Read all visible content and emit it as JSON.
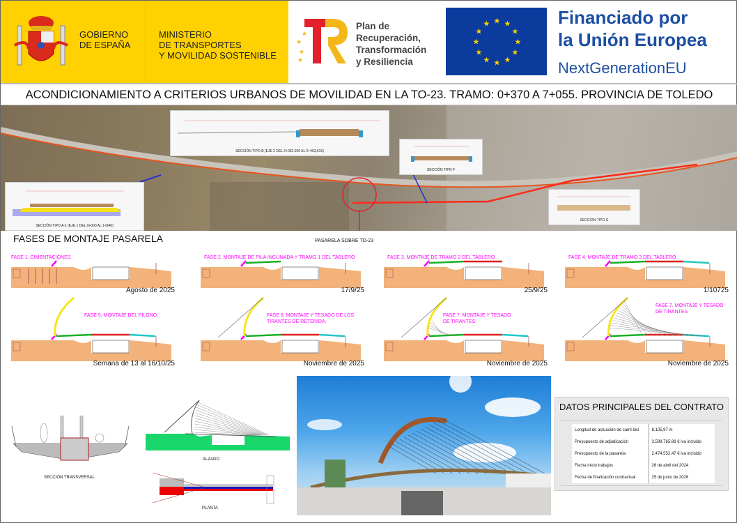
{
  "header": {
    "gobierno": [
      "GOBIERNO",
      "DE ESPAÑA"
    ],
    "ministerio": [
      "MINISTERIO",
      "DE TRANSPORTES",
      "Y MOVILIDAD SOSTENIBLE"
    ],
    "plan": [
      "Plan de",
      "Recuperación,",
      "Transformación",
      "y Resiliencia"
    ],
    "eu_line1": "Financiado por",
    "eu_line2": "la Unión Europea",
    "eu_line3": "NextGenerationEU",
    "colors": {
      "yellow": "#FFD100",
      "eu_blue": "#0b3b9c",
      "tr_red": "#e4202c",
      "tr_yellow": "#f3b71a"
    }
  },
  "title": "ACONDICIONAMIENTO A CRITERIOS URBANOS DE MOVILIDAD EN LA TO-23. TRAMO: 0+370 A 7+055. PROVINCIA DE TOLEDO",
  "map": {
    "sections": [
      {
        "label": "SECCIÓN TIPO A-1 (EJE 1 DEL 0+000 AL 1+840)"
      },
      {
        "label": "SECCIÓN TIPO B (EJE 2 DEL 2+062,926 AL 2+463,510)"
      },
      {
        "label": "SECCIÓN TIPO F"
      },
      {
        "label": "SECCIÓN TIPO G"
      }
    ],
    "pasarela_label": "PASARELA SOBRE TO-23"
  },
  "phases_title": "FASES DE MONTAJE PASARELA",
  "phases": [
    {
      "label": "FASE 1. CIMENTACIONES",
      "date": "Agosto de 2025",
      "stage": 1
    },
    {
      "label": "FASE 2. MONTAJE DE PILA INCLINADA Y TRAMO 1 DEL TABLERO",
      "date": "17/9/25",
      "stage": 2
    },
    {
      "label": "FASE 3. MONTAJE DE TRAMO 2 DEL TABLERO",
      "date": "25/9/25",
      "stage": 3
    },
    {
      "label": "FASE 4. MONTAJE DE TRAMO 3 DEL TABLERO",
      "date": "1/10725",
      "stage": 4
    },
    {
      "label": "FASE 5. MONTAJE DEL PILONO.",
      "date": "Semana de 13 al 16/10/25",
      "stage": 5
    },
    {
      "label": "FASE 6. MONTAJE Y TESADO DE LOS\nTIRANTES DE RETENIDA.",
      "date": "Noviembre de 2025",
      "stage": 6
    },
    {
      "label": "FASE 7. MONTAJE Y TESADO\nDE TIRANTES",
      "date": "Noviembre de 2025",
      "stage": 7
    },
    {
      "label": "FASE 7. MONTAJE Y TESADO\nDE TIRANTES",
      "date": "Noviembre de 2025",
      "stage": 8
    }
  ],
  "drawings": {
    "seccion": "SECCIÓN TRANSVERSAL",
    "alzado": "ALZADO",
    "planta": "PLANTA"
  },
  "contract": {
    "title": "DATOS PRINCIPALES DEL CONTRATO",
    "rows": [
      {
        "label": "Longitud de actuación de carril bici",
        "value": "8.105,97 m"
      },
      {
        "label": "Presupuesto de adjudicación",
        "value": "3.599.765,88 € iva incluido"
      },
      {
        "label": "Presupuesto de la pasarela",
        "value": "2.474.552,47 € iva incluido"
      },
      {
        "label": "Fecha inicio trabajos",
        "value": "26 de abril del 2024"
      },
      {
        "label": "Fecha de finalización contractual",
        "value": "25 de junio de 2026"
      }
    ]
  }
}
